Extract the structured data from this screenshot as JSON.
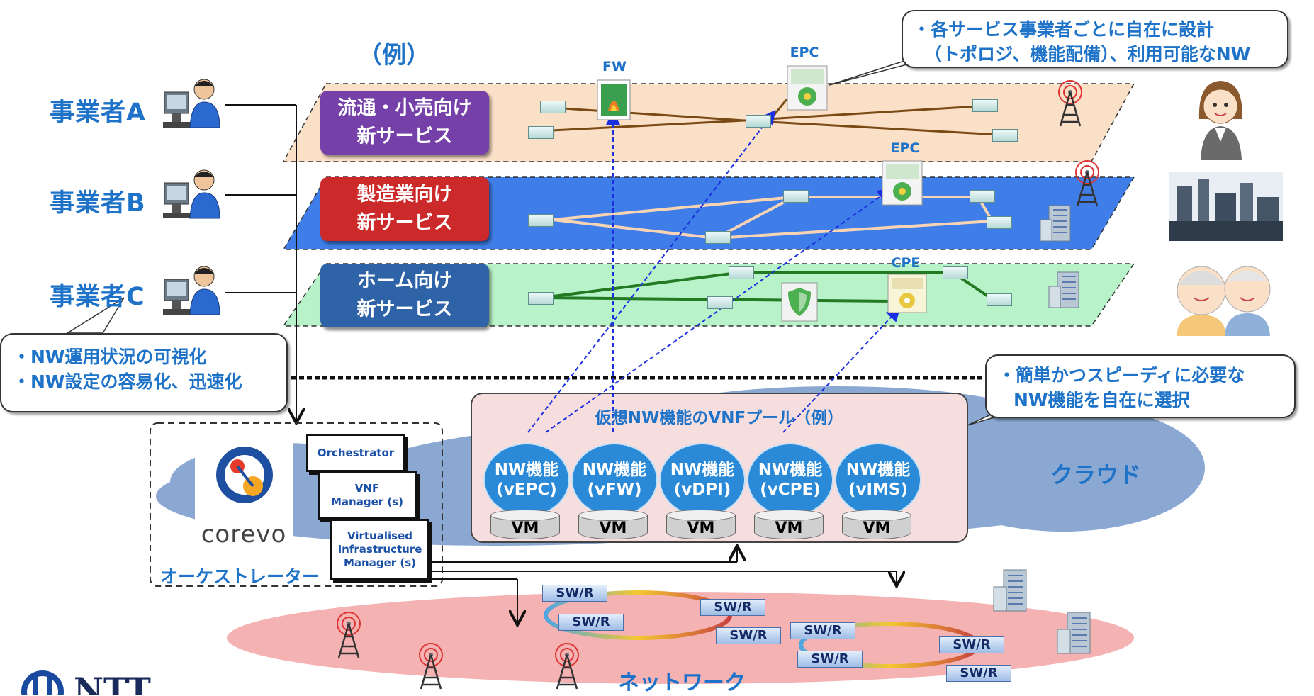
{
  "example_label": "（例）",
  "operators": [
    "事業者A",
    "事業者B",
    "事業者C"
  ],
  "services": [
    {
      "line1": "流通・小売向け",
      "line2": "新サービス"
    },
    {
      "line1": "製造業向け",
      "line2": "新サービス"
    },
    {
      "line1": "ホーム向け",
      "line2": "新サービス"
    }
  ],
  "icon_labels": {
    "fw": "FW",
    "epc_top": "EPC",
    "epc_mid": "EPC",
    "cpe": "CPE"
  },
  "callout_top": [
    "・各サービス事業者ごとに自在に設計",
    "（トポロジ、機能配備）、利用可能なNW"
  ],
  "callout_left": [
    "・NW運用状況の可視化",
    "・NW設定の容易化、迅速化"
  ],
  "callout_right": [
    "・簡単かつスピーディに必要な",
    "NW機能を自在に選択"
  ],
  "vnf_pool_title": "仮想NW機能のVNFプール（例）",
  "vnf_functions": [
    {
      "name": "NW機能",
      "sub": "(vEPC)",
      "vm": "VM"
    },
    {
      "name": "NW機能",
      "sub": "(vFW)",
      "vm": "VM"
    },
    {
      "name": "NW機能",
      "sub": "(vDPI)",
      "vm": "VM"
    },
    {
      "name": "NW機能",
      "sub": "(vCPE)",
      "vm": "VM"
    },
    {
      "name": "NW機能",
      "sub": "(vIMS)",
      "vm": "VM"
    }
  ],
  "cloud_label": "クラウド",
  "orchestrator_label": "オーケストレーター",
  "corevo_logo": "corevo",
  "managers": {
    "orchestrator": "Orchestrator",
    "vnfm": [
      "VNF",
      "Manager (s)"
    ],
    "vim": [
      "Virtualised",
      "Infrastructure",
      "Manager (s)"
    ]
  },
  "network_label": "ネットワーク",
  "switches": [
    "SW/R",
    "SW/R",
    "SW/R",
    "SW/R",
    "SW/R",
    "SW/R",
    "SW/R",
    "SW/R"
  ],
  "ntt_logo": "NTT",
  "colors": {
    "accent_text": "#1e73c8",
    "layer_retail": "#fbe0c8",
    "layer_manufacturing": "#3f7ee8",
    "layer_home": "#b8f2c8",
    "svc_retail": "#7540a8",
    "svc_manufacturing": "#cc2a2a",
    "svc_home": "#2e63a8",
    "cloud": "#8aa8d2",
    "network": "#f4b2b2",
    "vnf_pool": "#f6dede"
  }
}
